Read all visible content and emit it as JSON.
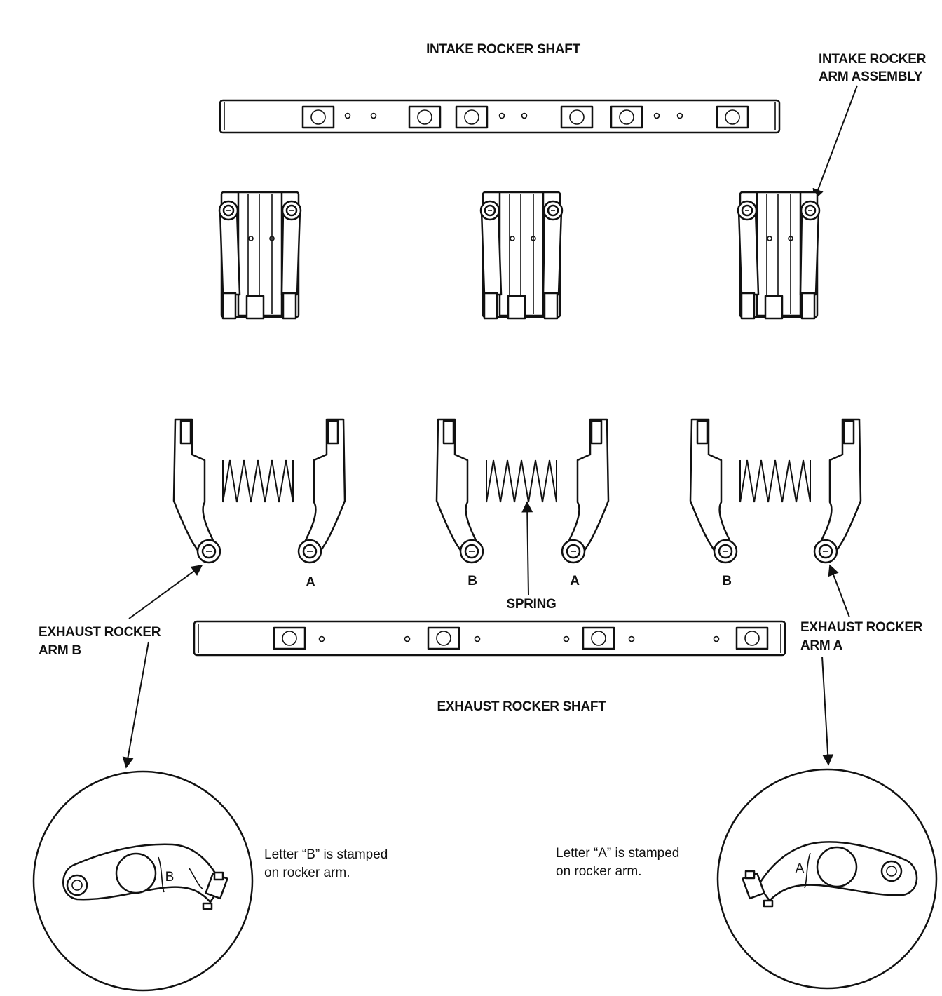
{
  "labels": {
    "intake_shaft": "INTAKE ROCKER SHAFT",
    "intake_assembly_line1": "INTAKE ROCKER",
    "intake_assembly_line2": "ARM ASSEMBLY",
    "spring": "SPRING",
    "exhaust_arm_b_line1": "EXHAUST ROCKER",
    "exhaust_arm_b_line2": "ARM B",
    "exhaust_arm_a_line1": "EXHAUST ROCKER",
    "exhaust_arm_a_line2": "ARM A",
    "exhaust_shaft": "EXHAUST ROCKER SHAFT"
  },
  "arm_letters": [
    "A",
    "B",
    "A",
    "B"
  ],
  "detail_b": {
    "stamp_letter": "B",
    "note_line1": "Letter “B” is stamped",
    "note_line2": "on rocker arm."
  },
  "detail_a": {
    "stamp_letter": "A",
    "note_line1": "Letter “A” is stamped",
    "note_line2": "on rocker arm."
  }
}
